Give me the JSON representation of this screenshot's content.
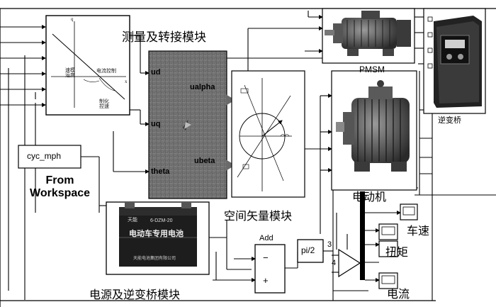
{
  "labels": {
    "measure_block": "测量及转接模块",
    "svpwm_block": "空间矢量模块",
    "power_inverter_block": "电源及逆变桥模块",
    "inverter": "逆变桥",
    "pmsm": "PMSM",
    "motor": "电动机",
    "speed": "车速",
    "torque": "扭矩",
    "current": "电流",
    "from_workspace": "From\nWorkspace",
    "workspace_var": "cyc_mph",
    "add": "Add",
    "gain": "pi/2",
    "mux_in_top": "3",
    "mux_in_bottom": "4",
    "sum_minus": "−",
    "sum_plus": "+"
  },
  "ports": {
    "ud": "ud",
    "uq": "uq",
    "theta": "theta",
    "ualpha": "ualpha",
    "ubeta": "ubeta"
  },
  "plot_annotations": {
    "q_axis": "q",
    "x_axis": "x",
    "ann_left": "速模\n运度",
    "ann_right": "电流控制",
    "ann_bottom": "制化\n控速"
  },
  "battery": {
    "brand": "天能",
    "model": "6-DZM-20",
    "title": "电动车专用电池",
    "footer": "天能电池集团有限公司"
  }
}
